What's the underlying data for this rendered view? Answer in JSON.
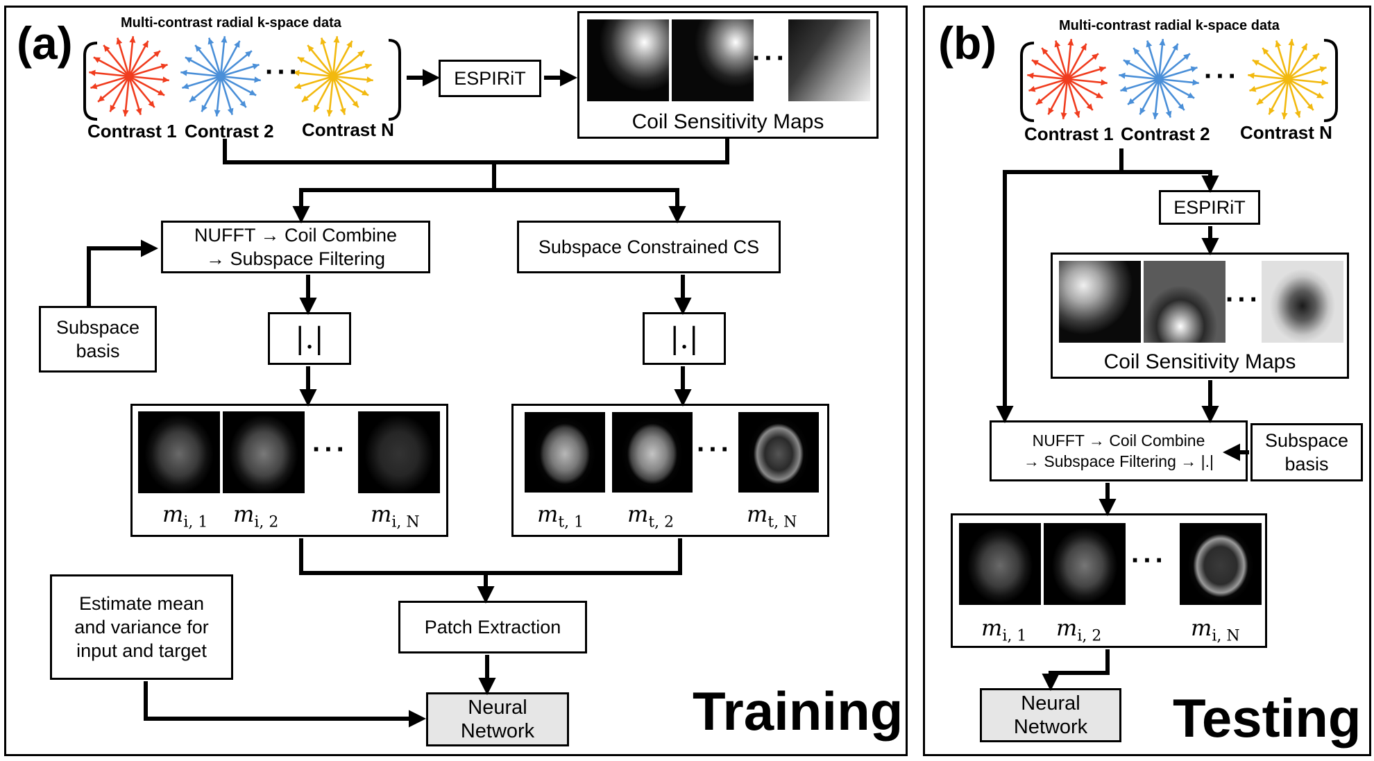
{
  "panel_a": {
    "letter": "(a)",
    "kspace_title": "Multi-contrast radial k-space data",
    "contrast_1": "Contrast 1",
    "contrast_2": "Contrast 2",
    "contrast_n": "Contrast N",
    "dots": "···",
    "espirit": "ESPIRiT",
    "coil_maps": "Coil Sensitivity Maps",
    "nufft_line1": "NUFFT → Coil Combine",
    "nufft_line2": "→ Subspace Filtering",
    "subspace_cs": "Subspace Constrained CS",
    "subspace_basis_line1": "Subspace",
    "subspace_basis_line2": "basis",
    "abs": "|.|",
    "m_input_1": "i, 1",
    "m_input_2": "i, 2",
    "m_input_n": "i, N",
    "m_target_1": "t, 1",
    "m_target_2": "t, 2",
    "m_target_n": "t, N",
    "m_symbol": "m",
    "estimate_line1": "Estimate mean",
    "estimate_line2": "and variance for",
    "estimate_line3": "input and target",
    "patch_extraction": "Patch Extraction",
    "nn_line1": "Neural",
    "nn_line2": "Network",
    "stage": "Training"
  },
  "panel_b": {
    "letter": "(b)",
    "kspace_title": "Multi-contrast radial k-space data",
    "contrast_1": "Contrast 1",
    "contrast_2": "Contrast 2",
    "contrast_n": "Contrast N",
    "dots": "···",
    "espirit": "ESPIRiT",
    "coil_maps": "Coil Sensitivity Maps",
    "nufft_line1": "NUFFT → Coil Combine",
    "nufft_line2": "→ Subspace Filtering → |.|",
    "subspace_basis_line1": "Subspace",
    "subspace_basis_line2": "basis",
    "m_symbol": "m",
    "m_input_1": "i, 1",
    "m_input_2": "i, 2",
    "m_input_n": "i, N",
    "nn_line1": "Neural",
    "nn_line2": "Network",
    "stage": "Testing"
  },
  "colors": {
    "contrast_1": "#f03c1e",
    "contrast_2": "#4a8fd8",
    "contrast_n": "#f2b90f",
    "nn_fill": "#e6e6e6"
  }
}
